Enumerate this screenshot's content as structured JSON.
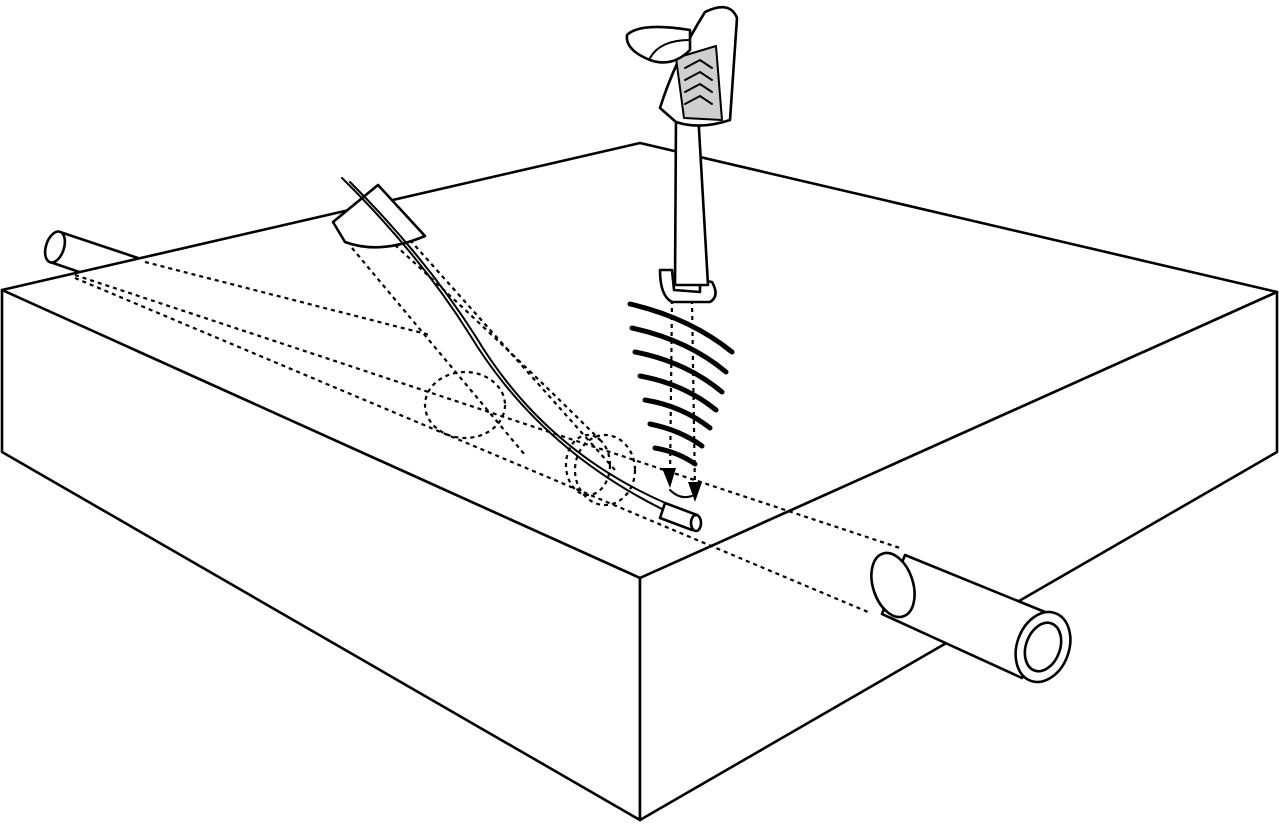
{
  "image": {
    "ink_color": "#000000",
    "background_color": "#ffffff",
    "components": [
      {
        "name": "ground-slab",
        "icon": "slab-block"
      },
      {
        "name": "buried-pipe",
        "icon": "pipe"
      },
      {
        "name": "push-camera-cable",
        "icon": "cable-with-sonde"
      },
      {
        "name": "cable-locator",
        "icon": "handheld-locator"
      },
      {
        "name": "signal-waves",
        "icon": "radio-waves",
        "count": 7
      }
    ]
  }
}
